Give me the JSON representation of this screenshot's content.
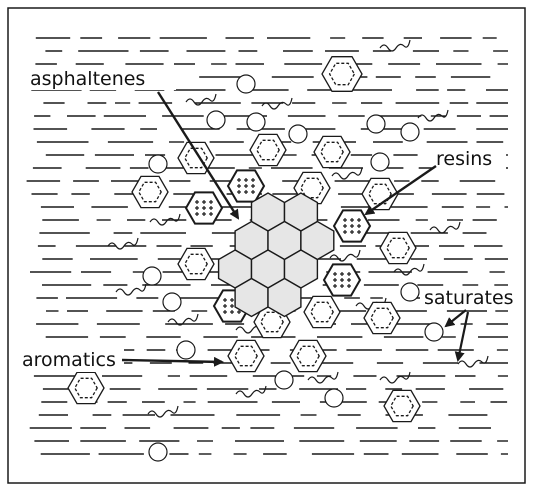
{
  "labels": {
    "asphaltenes": "asphaltenes",
    "resins": "resins",
    "saturates": "saturates",
    "aromatics": "aromatics"
  },
  "colors": {
    "stroke": "#1a1a1a",
    "asphaltene_fill": "#e6e6e6",
    "background": "#ffffff"
  }
}
